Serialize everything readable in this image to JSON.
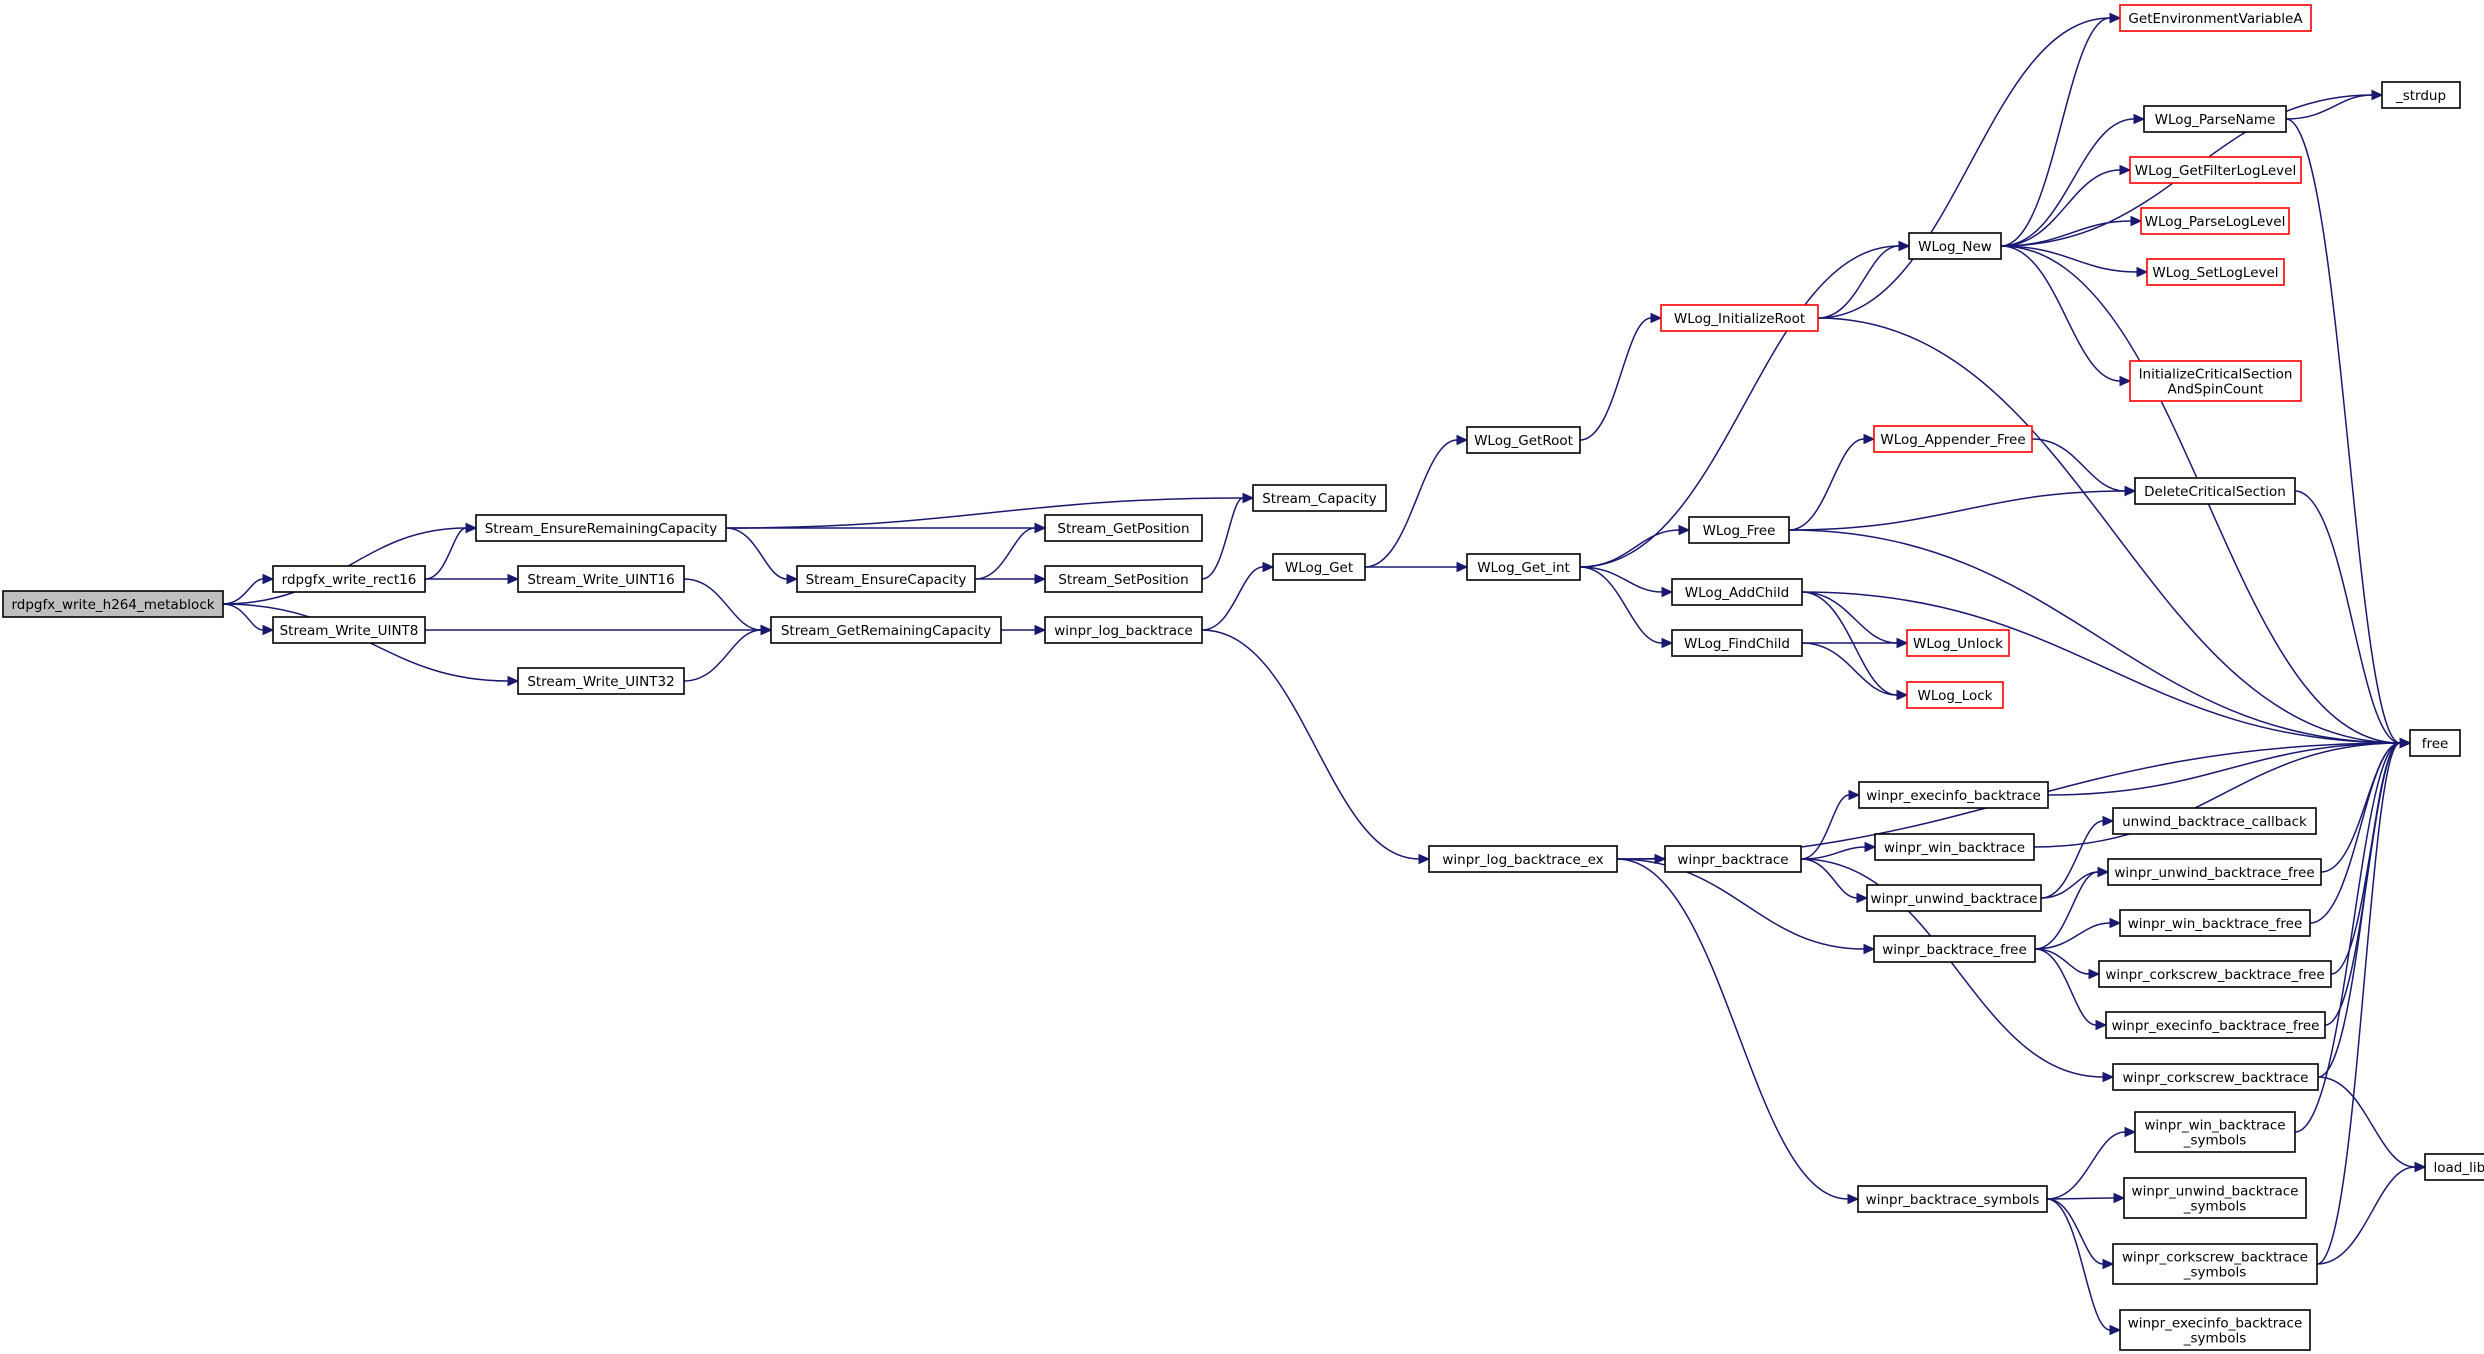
{
  "colors": {
    "edge": "#191970",
    "truncated_border": "#ff0000",
    "root_fill": "#bfbfbf"
  },
  "nodes": [
    {
      "id": "rdpgfx_write_h264_metablock",
      "lines": [
        "rdpgfx_write_h264_metablock"
      ],
      "root": true
    },
    {
      "id": "Stream_EnsureRemainingCapacity",
      "lines": [
        "Stream_EnsureRemainingCapacity"
      ]
    },
    {
      "id": "rdpgfx_write_rect16",
      "lines": [
        "rdpgfx_write_rect16"
      ]
    },
    {
      "id": "Stream_Write_UINT8",
      "lines": [
        "Stream_Write_UINT8"
      ]
    },
    {
      "id": "Stream_Write_UINT32",
      "lines": [
        "Stream_Write_UINT32"
      ]
    },
    {
      "id": "Stream_Write_UINT16",
      "lines": [
        "Stream_Write_UINT16"
      ]
    },
    {
      "id": "Stream_Capacity",
      "lines": [
        "Stream_Capacity"
      ]
    },
    {
      "id": "Stream_GetPosition",
      "lines": [
        "Stream_GetPosition"
      ]
    },
    {
      "id": "Stream_EnsureCapacity",
      "lines": [
        "Stream_EnsureCapacity"
      ]
    },
    {
      "id": "Stream_SetPosition",
      "lines": [
        "Stream_SetPosition"
      ]
    },
    {
      "id": "Stream_GetRemainingCapacity",
      "lines": [
        "Stream_GetRemainingCapacity"
      ]
    },
    {
      "id": "winpr_log_backtrace",
      "lines": [
        "winpr_log_backtrace"
      ]
    },
    {
      "id": "WLog_Get",
      "lines": [
        "WLog_Get"
      ]
    },
    {
      "id": "WLog_GetRoot",
      "lines": [
        "WLog_GetRoot"
      ]
    },
    {
      "id": "WLog_Get_int",
      "lines": [
        "WLog_Get_int"
      ]
    },
    {
      "id": "winpr_log_backtrace_ex",
      "lines": [
        "winpr_log_backtrace_ex"
      ]
    },
    {
      "id": "WLog_InitializeRoot",
      "lines": [
        "WLog_InitializeRoot"
      ],
      "truncated": true
    },
    {
      "id": "WLog_New",
      "lines": [
        "WLog_New"
      ]
    },
    {
      "id": "GetEnvironmentVariableA",
      "lines": [
        "GetEnvironmentVariableA"
      ],
      "truncated": true
    },
    {
      "id": "_strdup",
      "lines": [
        "_strdup"
      ]
    },
    {
      "id": "WLog_ParseName",
      "lines": [
        "WLog_ParseName"
      ]
    },
    {
      "id": "WLog_GetFilterLogLevel",
      "lines": [
        "WLog_GetFilterLogLevel"
      ],
      "truncated": true
    },
    {
      "id": "WLog_ParseLogLevel",
      "lines": [
        "WLog_ParseLogLevel"
      ],
      "truncated": true
    },
    {
      "id": "WLog_SetLogLevel",
      "lines": [
        "WLog_SetLogLevel"
      ],
      "truncated": true
    },
    {
      "id": "InitializeCriticalSectionAndSpinCount",
      "lines": [
        "InitializeCriticalSection",
        "AndSpinCount"
      ],
      "truncated": true
    },
    {
      "id": "WLog_Appender_Free",
      "lines": [
        "WLog_Appender_Free"
      ],
      "truncated": true
    },
    {
      "id": "DeleteCriticalSection",
      "lines": [
        "DeleteCriticalSection"
      ]
    },
    {
      "id": "WLog_Free",
      "lines": [
        "WLog_Free"
      ]
    },
    {
      "id": "WLog_AddChild",
      "lines": [
        "WLog_AddChild"
      ]
    },
    {
      "id": "WLog_FindChild",
      "lines": [
        "WLog_FindChild"
      ]
    },
    {
      "id": "WLog_Unlock",
      "lines": [
        "WLog_Unlock"
      ],
      "truncated": true
    },
    {
      "id": "WLog_Lock",
      "lines": [
        "WLog_Lock"
      ],
      "truncated": true
    },
    {
      "id": "free",
      "lines": [
        "free"
      ]
    },
    {
      "id": "winpr_backtrace",
      "lines": [
        "winpr_backtrace"
      ]
    },
    {
      "id": "winpr_execinfo_backtrace",
      "lines": [
        "winpr_execinfo_backtrace"
      ]
    },
    {
      "id": "winpr_win_backtrace",
      "lines": [
        "winpr_win_backtrace"
      ]
    },
    {
      "id": "winpr_unwind_backtrace",
      "lines": [
        "winpr_unwind_backtrace"
      ]
    },
    {
      "id": "unwind_backtrace_callback",
      "lines": [
        "unwind_backtrace_callback"
      ]
    },
    {
      "id": "winpr_unwind_backtrace_free",
      "lines": [
        "winpr_unwind_backtrace_free"
      ]
    },
    {
      "id": "winpr_backtrace_free",
      "lines": [
        "winpr_backtrace_free"
      ]
    },
    {
      "id": "winpr_win_backtrace_free",
      "lines": [
        "winpr_win_backtrace_free"
      ]
    },
    {
      "id": "winpr_corkscrew_backtrace_free",
      "lines": [
        "winpr_corkscrew_backtrace_free"
      ]
    },
    {
      "id": "winpr_execinfo_backtrace_free",
      "lines": [
        "winpr_execinfo_backtrace_free"
      ]
    },
    {
      "id": "winpr_corkscrew_backtrace",
      "lines": [
        "winpr_corkscrew_backtrace"
      ]
    },
    {
      "id": "winpr_backtrace_symbols",
      "lines": [
        "winpr_backtrace_symbols"
      ]
    },
    {
      "id": "winpr_win_backtrace_symbols",
      "lines": [
        "winpr_win_backtrace",
        "_symbols"
      ]
    },
    {
      "id": "winpr_unwind_backtrace_symbols",
      "lines": [
        "winpr_unwind_backtrace",
        "_symbols"
      ]
    },
    {
      "id": "winpr_corkscrew_backtrace_symbols",
      "lines": [
        "winpr_corkscrew_backtrace",
        "_symbols"
      ]
    },
    {
      "id": "winpr_execinfo_backtrace_symbols",
      "lines": [
        "winpr_execinfo_backtrace",
        "_symbols"
      ]
    },
    {
      "id": "load_library",
      "lines": [
        "load_library"
      ]
    }
  ],
  "edges": [
    [
      "rdpgfx_write_h264_metablock",
      "Stream_EnsureRemainingCapacity"
    ],
    [
      "rdpgfx_write_h264_metablock",
      "rdpgfx_write_rect16"
    ],
    [
      "rdpgfx_write_h264_metablock",
      "Stream_Write_UINT8"
    ],
    [
      "rdpgfx_write_h264_metablock",
      "Stream_Write_UINT32"
    ],
    [
      "rdpgfx_write_rect16",
      "Stream_EnsureRemainingCapacity"
    ],
    [
      "rdpgfx_write_rect16",
      "Stream_Write_UINT16"
    ],
    [
      "Stream_EnsureRemainingCapacity",
      "Stream_Capacity"
    ],
    [
      "Stream_EnsureRemainingCapacity",
      "Stream_GetPosition"
    ],
    [
      "Stream_EnsureRemainingCapacity",
      "Stream_EnsureCapacity"
    ],
    [
      "Stream_Write_UINT16",
      "Stream_GetRemainingCapacity"
    ],
    [
      "Stream_Write_UINT8",
      "Stream_GetRemainingCapacity"
    ],
    [
      "Stream_Write_UINT32",
      "Stream_GetRemainingCapacity"
    ],
    [
      "Stream_EnsureCapacity",
      "Stream_GetPosition"
    ],
    [
      "Stream_EnsureCapacity",
      "Stream_SetPosition"
    ],
    [
      "Stream_SetPosition",
      "Stream_Capacity"
    ],
    [
      "Stream_GetRemainingCapacity",
      "winpr_log_backtrace"
    ],
    [
      "winpr_log_backtrace",
      "WLog_Get"
    ],
    [
      "winpr_log_backtrace",
      "winpr_log_backtrace_ex"
    ],
    [
      "WLog_Get",
      "WLog_GetRoot"
    ],
    [
      "WLog_Get",
      "WLog_Get_int"
    ],
    [
      "WLog_GetRoot",
      "WLog_InitializeRoot"
    ],
    [
      "WLog_InitializeRoot",
      "GetEnvironmentVariableA"
    ],
    [
      "WLog_InitializeRoot",
      "WLog_New"
    ],
    [
      "WLog_InitializeRoot",
      "free"
    ],
    [
      "WLog_Get_int",
      "WLog_New"
    ],
    [
      "WLog_Get_int",
      "WLog_Free"
    ],
    [
      "WLog_Get_int",
      "WLog_AddChild"
    ],
    [
      "WLog_Get_int",
      "WLog_FindChild"
    ],
    [
      "WLog_New",
      "GetEnvironmentVariableA"
    ],
    [
      "WLog_New",
      "_strdup"
    ],
    [
      "WLog_New",
      "WLog_ParseName"
    ],
    [
      "WLog_New",
      "WLog_GetFilterLogLevel"
    ],
    [
      "WLog_New",
      "WLog_ParseLogLevel"
    ],
    [
      "WLog_New",
      "WLog_SetLogLevel"
    ],
    [
      "WLog_New",
      "InitializeCriticalSectionAndSpinCount"
    ],
    [
      "WLog_New",
      "free"
    ],
    [
      "WLog_ParseName",
      "_strdup"
    ],
    [
      "WLog_ParseName",
      "free"
    ],
    [
      "WLog_Free",
      "WLog_Appender_Free"
    ],
    [
      "WLog_Free",
      "DeleteCriticalSection"
    ],
    [
      "WLog_Free",
      "free"
    ],
    [
      "WLog_Appender_Free",
      "DeleteCriticalSection"
    ],
    [
      "DeleteCriticalSection",
      "free"
    ],
    [
      "WLog_AddChild",
      "WLog_Unlock"
    ],
    [
      "WLog_AddChild",
      "WLog_Lock"
    ],
    [
      "WLog_AddChild",
      "free"
    ],
    [
      "WLog_FindChild",
      "WLog_Unlock"
    ],
    [
      "WLog_FindChild",
      "WLog_Lock"
    ],
    [
      "winpr_log_backtrace_ex",
      "free"
    ],
    [
      "winpr_log_backtrace_ex",
      "winpr_backtrace"
    ],
    [
      "winpr_log_backtrace_ex",
      "winpr_backtrace_free"
    ],
    [
      "winpr_log_backtrace_ex",
      "winpr_backtrace_symbols"
    ],
    [
      "winpr_backtrace",
      "winpr_execinfo_backtrace"
    ],
    [
      "winpr_backtrace",
      "winpr_win_backtrace"
    ],
    [
      "winpr_backtrace",
      "winpr_unwind_backtrace"
    ],
    [
      "winpr_backtrace",
      "winpr_corkscrew_backtrace"
    ],
    [
      "winpr_execinfo_backtrace",
      "free"
    ],
    [
      "winpr_win_backtrace",
      "free"
    ],
    [
      "winpr_unwind_backtrace",
      "unwind_backtrace_callback"
    ],
    [
      "winpr_unwind_backtrace",
      "winpr_unwind_backtrace_free"
    ],
    [
      "winpr_backtrace_free",
      "winpr_unwind_backtrace_free"
    ],
    [
      "winpr_backtrace_free",
      "winpr_win_backtrace_free"
    ],
    [
      "winpr_backtrace_free",
      "winpr_corkscrew_backtrace_free"
    ],
    [
      "winpr_backtrace_free",
      "winpr_execinfo_backtrace_free"
    ],
    [
      "winpr_unwind_backtrace_free",
      "free"
    ],
    [
      "winpr_win_backtrace_free",
      "free"
    ],
    [
      "winpr_corkscrew_backtrace_free",
      "free"
    ],
    [
      "winpr_execinfo_backtrace_free",
      "free"
    ],
    [
      "winpr_corkscrew_backtrace",
      "free"
    ],
    [
      "winpr_corkscrew_backtrace",
      "load_library"
    ],
    [
      "winpr_backtrace_symbols",
      "winpr_win_backtrace_symbols"
    ],
    [
      "winpr_backtrace_symbols",
      "winpr_unwind_backtrace_symbols"
    ],
    [
      "winpr_backtrace_symbols",
      "winpr_corkscrew_backtrace_symbols"
    ],
    [
      "winpr_backtrace_symbols",
      "winpr_execinfo_backtrace_symbols"
    ],
    [
      "winpr_win_backtrace_symbols",
      "free"
    ],
    [
      "winpr_corkscrew_backtrace_symbols",
      "free"
    ],
    [
      "winpr_corkscrew_backtrace_symbols",
      "load_library"
    ]
  ]
}
